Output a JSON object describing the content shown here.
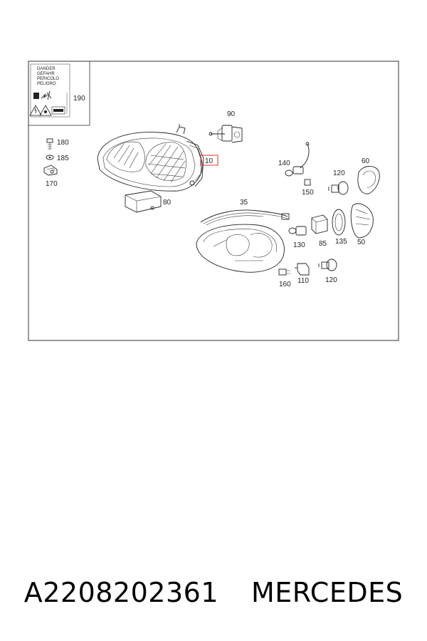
{
  "warning_label": {
    "lines": [
      "DANGER",
      "GEFAHR",
      "PERICOLO",
      "PELIGRO"
    ],
    "number": "190"
  },
  "callouts": {
    "c180": "180",
    "c185": "185",
    "c170": "170",
    "c90": "90",
    "c10": "10",
    "c80": "80",
    "c140": "140",
    "c150": "150",
    "c120a": "120",
    "c60": "60",
    "c35": "35",
    "c130": "130",
    "c85": "85",
    "c135": "135",
    "c50": "50",
    "c160": "160",
    "c110": "110",
    "c120b": "120"
  },
  "highlight_color": "#e03030",
  "caption": {
    "part_number": "A2208202361",
    "brand": "MERCEDES"
  }
}
